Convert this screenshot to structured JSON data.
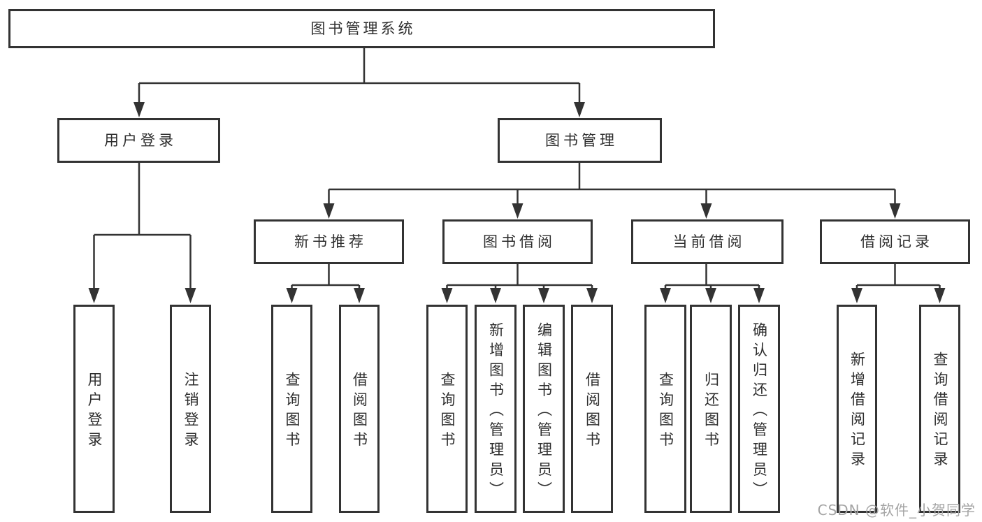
{
  "tree": {
    "label": "图书管理系统",
    "children": [
      {
        "label": "用户登录",
        "children": [
          {
            "label": "用户登录"
          },
          {
            "label": "注销登录"
          }
        ]
      },
      {
        "label": "图书管理",
        "children": [
          {
            "label": "新书推荐",
            "children": [
              {
                "label": "查询图书"
              },
              {
                "label": "借阅图书"
              }
            ]
          },
          {
            "label": "图书借阅",
            "children": [
              {
                "label": "查询图书"
              },
              {
                "label": "新增图书（管理员）"
              },
              {
                "label": "编辑图书（管理员）"
              },
              {
                "label": "借阅图书"
              }
            ]
          },
          {
            "label": "当前借阅",
            "children": [
              {
                "label": "查询图书"
              },
              {
                "label": "归还图书"
              },
              {
                "label": "确认归还（管理员）"
              }
            ]
          },
          {
            "label": "借阅记录",
            "children": [
              {
                "label": "新增借阅记录"
              },
              {
                "label": "查询借阅记录"
              }
            ]
          }
        ]
      }
    ]
  },
  "watermark": {
    "text": "CSDN @软件_小贺同学"
  },
  "colors": {
    "line": "#333333",
    "box_border": "#333333",
    "text": "#2e2e2e",
    "watermark": "#a4a4a4",
    "background": "#ffffff"
  }
}
